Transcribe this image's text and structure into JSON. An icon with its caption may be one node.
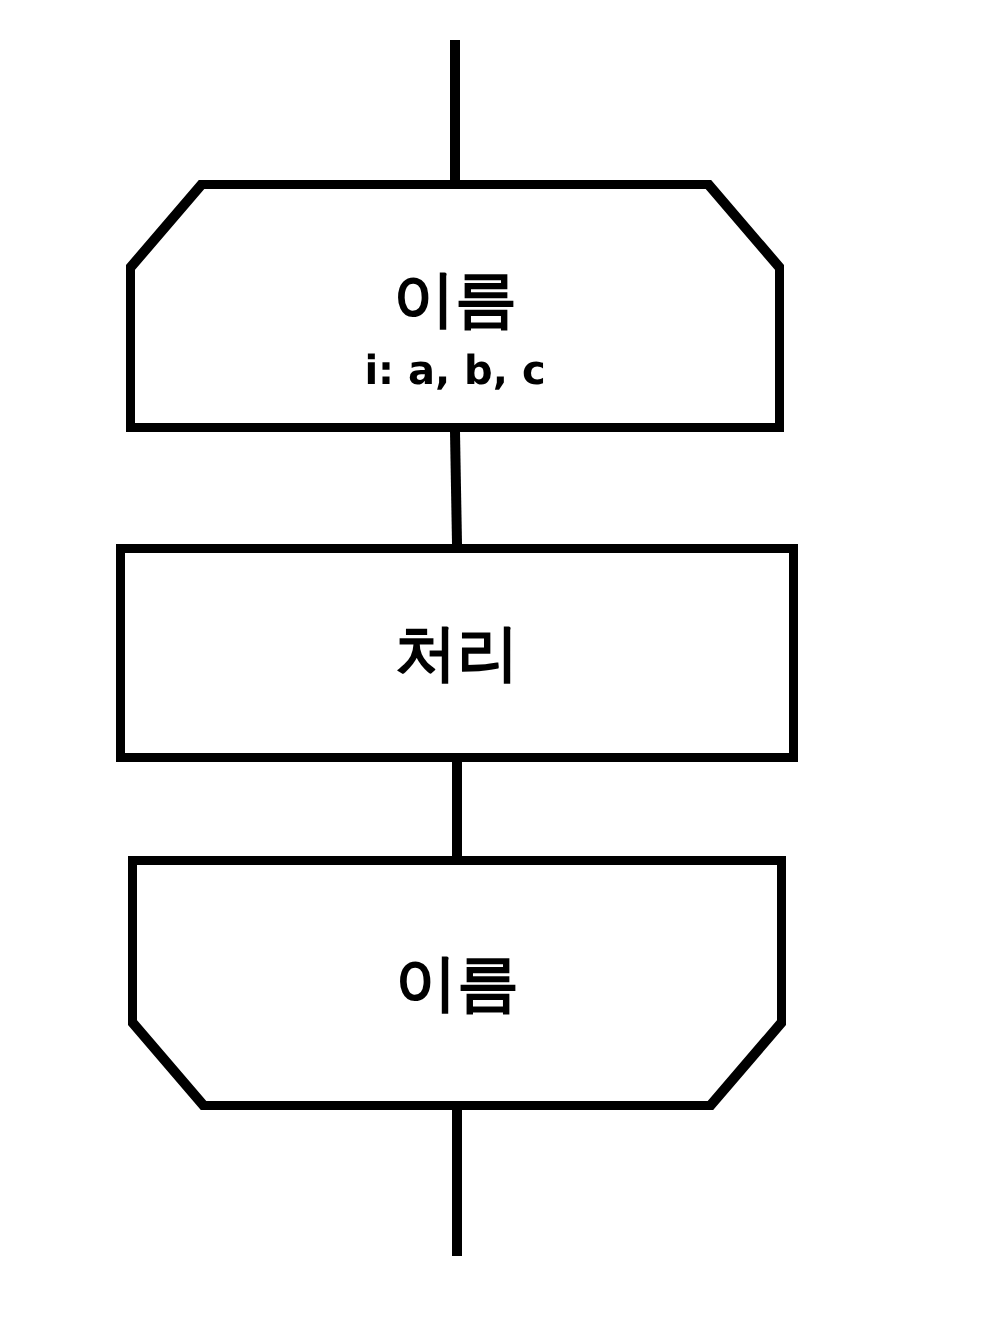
{
  "diagram": {
    "nodes": [
      {
        "text": [
          "이름",
          "i: a, b, c"
        ]
      },
      {
        "text": [
          "처리"
        ]
      },
      {
        "text": [
          "이름"
        ]
      }
    ],
    "edges": [
      {
        "from": null,
        "to": 0,
        "arrow": "none"
      },
      {
        "from": 0,
        "to": 1,
        "arrow": "none"
      },
      {
        "from": 1,
        "to": 2,
        "arrow": "none"
      },
      {
        "from": 2,
        "to": null,
        "arrow": "none"
      }
    ]
  }
}
